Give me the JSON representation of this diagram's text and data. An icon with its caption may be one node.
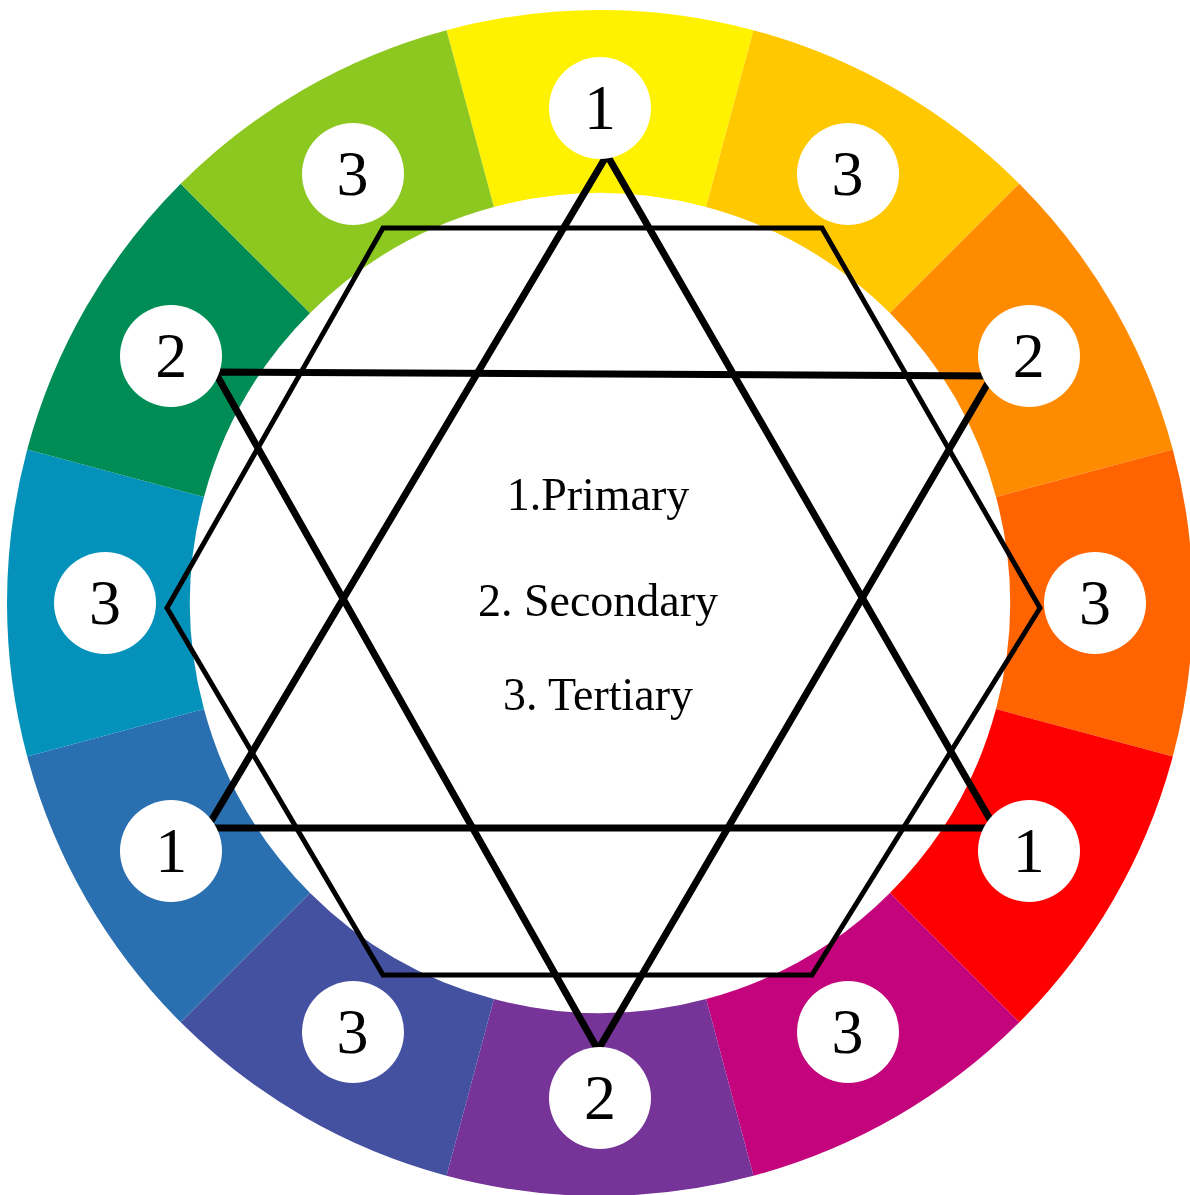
{
  "diagram": {
    "nodes": [
      {
        "text": [
          "1"
        ]
      },
      {
        "text": [
          "3"
        ]
      },
      {
        "text": [
          "2"
        ]
      },
      {
        "text": [
          "3"
        ]
      },
      {
        "text": [
          "1"
        ]
      },
      {
        "text": [
          "3"
        ]
      },
      {
        "text": [
          "2"
        ]
      },
      {
        "text": [
          "3"
        ]
      },
      {
        "text": [
          "1"
        ]
      },
      {
        "text": [
          "3"
        ]
      },
      {
        "text": [
          "2"
        ]
      },
      {
        "text": [
          "3"
        ]
      }
    ],
    "labels": [
      "1.Primary",
      "2. Secondary",
      "3. Tertiary"
    ]
  }
}
